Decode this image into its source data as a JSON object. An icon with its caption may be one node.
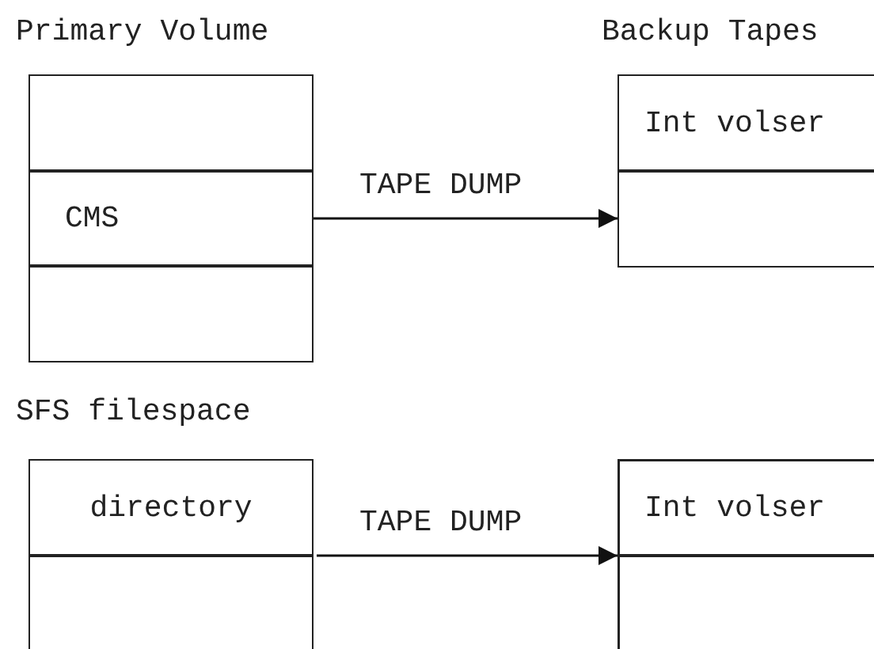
{
  "diagram": {
    "nodes": [
      {
        "text": [
          "Primary Volume"
        ]
      },
      {
        "text": [],
        "shape": "box",
        "in": 0
      },
      {
        "text": [
          "CMS"
        ],
        "in": 0
      },
      {
        "text": [],
        "shape": "box",
        "in": 0
      },
      {
        "text": [
          "Backup Tapes"
        ]
      },
      {
        "text": [
          "Int volser"
        ],
        "in": 4
      },
      {
        "text": [],
        "shape": "box",
        "in": 4
      },
      {
        "text": [
          "SFS filespace"
        ]
      },
      {
        "text": [
          "directory"
        ],
        "in": 7
      },
      {
        "text": [],
        "shape": "box",
        "in": 7
      },
      {
        "text": [],
        "shape": "box"
      },
      {
        "text": [
          "Int volser"
        ],
        "in": 10
      },
      {
        "text": [],
        "shape": "box",
        "in": 10
      }
    ],
    "edges": [
      {
        "from": 2,
        "to": 6,
        "arrow": "to",
        "label": "TAPE DUMP"
      },
      {
        "from": 7,
        "to": 10,
        "arrow": "to",
        "label": "TAPE DUMP"
      }
    ]
  }
}
